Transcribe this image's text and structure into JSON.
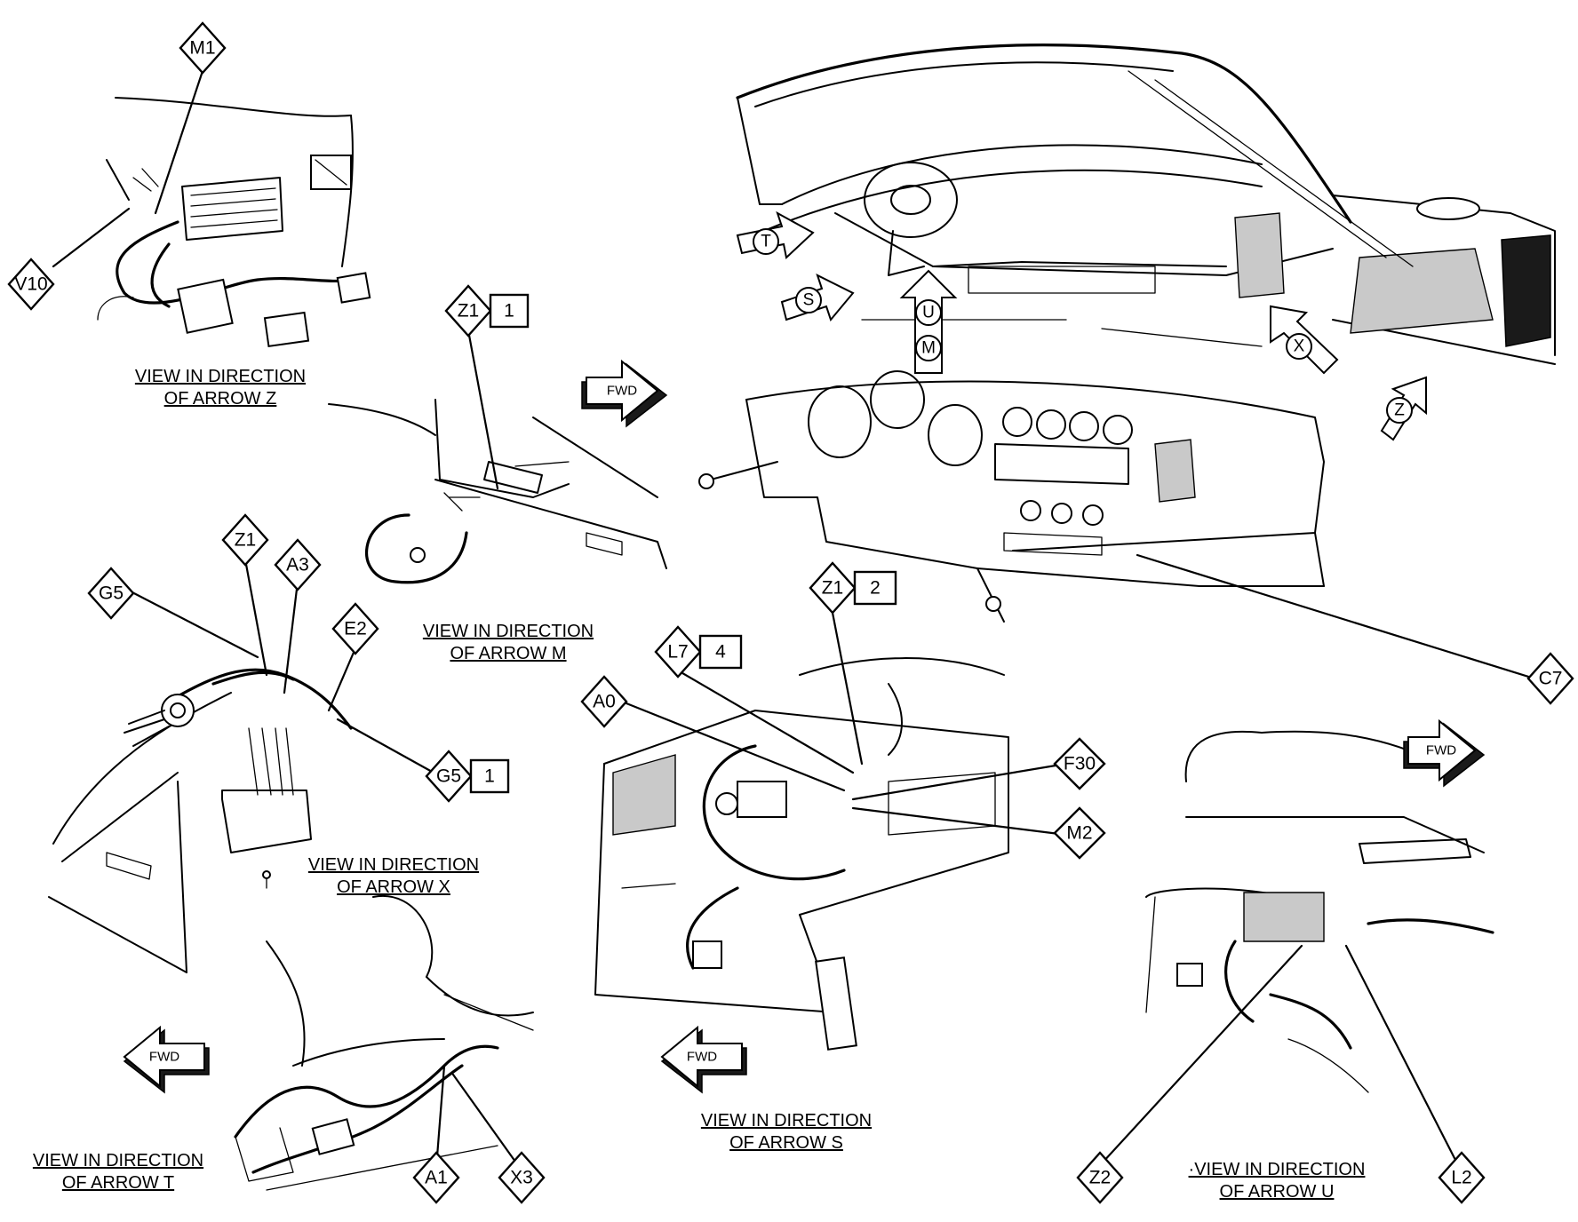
{
  "callouts": [
    {
      "id": "M1",
      "num": ""
    },
    {
      "id": "V10",
      "num": ""
    },
    {
      "id": "Z1",
      "num": "1"
    },
    {
      "id": "Z1",
      "num": ""
    },
    {
      "id": "A3",
      "num": ""
    },
    {
      "id": "G5",
      "num": ""
    },
    {
      "id": "E2",
      "num": ""
    },
    {
      "id": "G5",
      "num": "1"
    },
    {
      "id": "Z1",
      "num": "2"
    },
    {
      "id": "L7",
      "num": "4"
    },
    {
      "id": "A0",
      "num": ""
    },
    {
      "id": "F30",
      "num": ""
    },
    {
      "id": "M2",
      "num": ""
    },
    {
      "id": "C7",
      "num": ""
    },
    {
      "id": "A1",
      "num": ""
    },
    {
      "id": "X3",
      "num": ""
    },
    {
      "id": "Z2",
      "num": ""
    },
    {
      "id": "L2",
      "num": ""
    }
  ],
  "view_arrows": [
    "T",
    "S",
    "U",
    "M",
    "X",
    "Z"
  ],
  "captions": [
    {
      "line1": "VIEW IN DIRECTION",
      "line2": "OF ARROW Z"
    },
    {
      "line1": "VIEW IN DIRECTION",
      "line2": "OF ARROW M"
    },
    {
      "line1": "VIEW IN DIRECTION",
      "line2": "OF ARROW X"
    },
    {
      "line1": "VIEW IN DIRECTION",
      "line2": "OF ARROW T"
    },
    {
      "line1": "VIEW IN DIRECTION",
      "line2": "OF ARROW S"
    },
    {
      "line1": "·VIEW IN DIRECTION",
      "line2": "OF ARROW U"
    }
  ],
  "fwd_label": "FWD"
}
